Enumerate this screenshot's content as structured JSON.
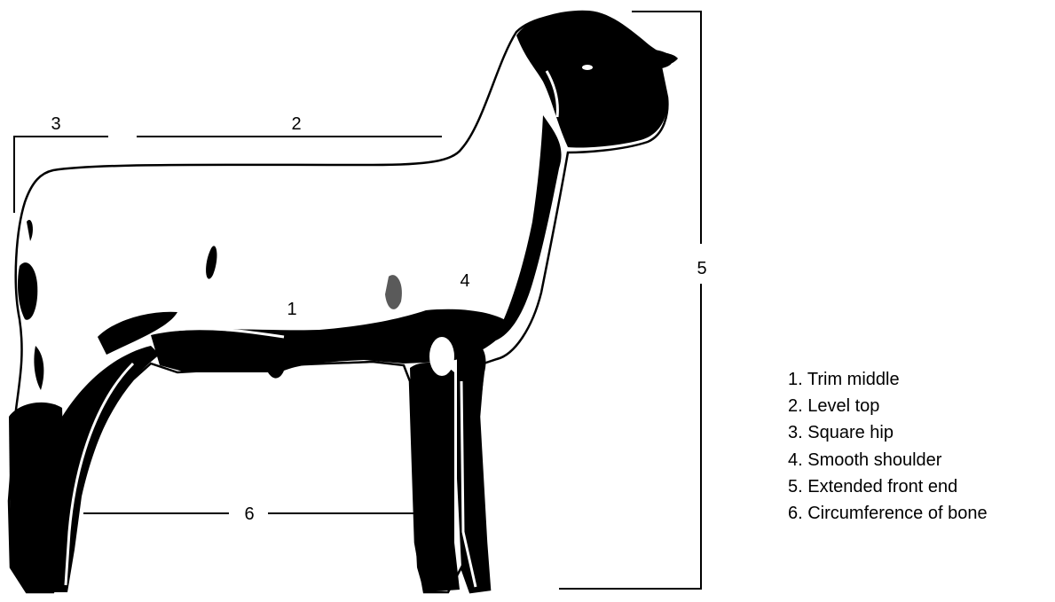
{
  "diagram": {
    "callouts": {
      "trim_middle": "1",
      "level_top": "2",
      "square_hip": "3",
      "smooth_shoulder": "4",
      "extended_front_end": "5",
      "circumference_of_bone": "6"
    },
    "legend": [
      "1. Trim middle",
      "2. Level top",
      "3. Square hip",
      "4. Smooth shoulder",
      "5. Extended front end",
      "6. Circumference of bone"
    ],
    "colors": {
      "ink": "#000000",
      "paper": "#ffffff",
      "shadow": "#5a5a5a"
    }
  }
}
